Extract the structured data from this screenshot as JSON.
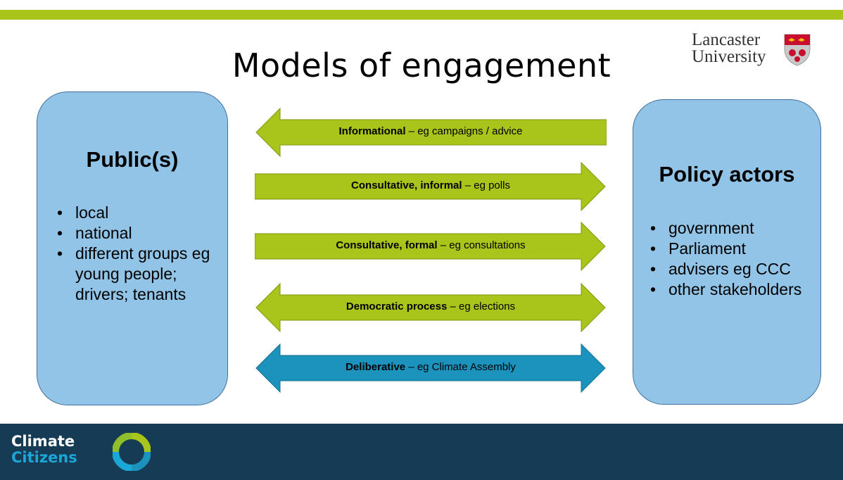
{
  "title": "Models of engagement",
  "university_logo": {
    "line1": "Lancaster",
    "line2": "University"
  },
  "left_box": {
    "heading": "Public(s)",
    "items": [
      "local",
      "national",
      "different groups eg young people; drivers; tenants"
    ]
  },
  "right_box": {
    "heading": "Policy actors",
    "items": [
      "government",
      "Parliament",
      "advisers eg CCC",
      "other stakeholders"
    ]
  },
  "arrows": [
    {
      "bold": "Informational",
      "rest": " – eg campaigns / advice",
      "direction": "left",
      "color": "#a9c41a"
    },
    {
      "bold": "Consultative, informal",
      "rest": " – eg polls",
      "direction": "right",
      "color": "#a9c41a"
    },
    {
      "bold": "Consultative, formal",
      "rest": " – eg consultations",
      "direction": "right",
      "color": "#a9c41a"
    },
    {
      "bold": "Democratic process ",
      "rest": " – eg elections",
      "direction": "both",
      "color": "#a9c41a"
    },
    {
      "bold": "Deliberative",
      "rest": " – eg Climate Assembly",
      "direction": "both",
      "color": "#1b93bd"
    }
  ],
  "footer_logo": {
    "line1": "Climate",
    "line2": "Citizens"
  },
  "colors": {
    "accent_green": "#a9c41a",
    "box_blue": "#91c4e6",
    "deliberative_blue": "#1b93bd",
    "footer_navy": "#163c55"
  }
}
